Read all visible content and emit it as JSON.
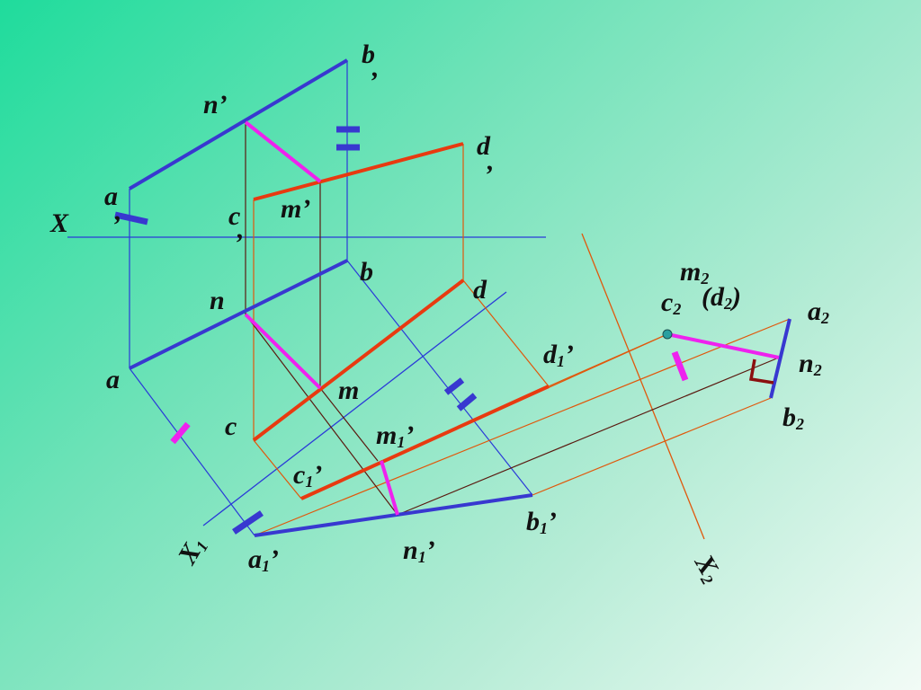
{
  "labels": {
    "b_prime_letter": "b",
    "b_prime_mark": "’",
    "n_prime": "n’",
    "d_prime_letter": "d",
    "d_prime_mark": "’",
    "a_prime_letter": "a",
    "a_prime_mark": "’",
    "c_prime_letter": "c",
    "c_prime_mark": "’",
    "m_prime": "m’",
    "axis_x": "X",
    "b": "b",
    "d": "d",
    "n": "n",
    "a": "a",
    "m": "m",
    "c": "c",
    "d1_letter": "d",
    "d1_sub": "1",
    "d1_mark": "’",
    "m1_letter": "m",
    "m1_sub": "1",
    "m1_mark": "’",
    "c1_letter": "c",
    "c1_sub": "1",
    "c1_mark": "’",
    "b1_letter": "b",
    "b1_sub": "1",
    "b1_mark": "’",
    "n1_letter": "n",
    "n1_sub": "1",
    "n1_mark": "’",
    "a1_letter": "a",
    "a1_sub": "1",
    "a1_mark": "’",
    "axis_x1_letter": "X",
    "axis_x1_sub": "1",
    "m2_letter": "m",
    "m2_sub": "2",
    "c2_letter": "c",
    "c2_sub": "2",
    "d2_open": "(d",
    "d2_sub": "2",
    "d2_close": ")",
    "a2_letter": "a",
    "a2_sub": "2",
    "n2_letter": "n",
    "n2_sub": "2",
    "b2_letter": "b",
    "b2_sub": "2",
    "axis_x2_letter": "X",
    "axis_x2_sub": "2"
  },
  "colors": {
    "line_ab": "#3838d0",
    "line_cd": "#e83a10",
    "perpendicular": "#ee22ee",
    "thin_blue": "#2a3ad8",
    "thin_orange": "#e0580c",
    "thin_brown": "#5a1a10",
    "right_angle": "#8b1010",
    "point_fill": "#2aa0a0"
  }
}
